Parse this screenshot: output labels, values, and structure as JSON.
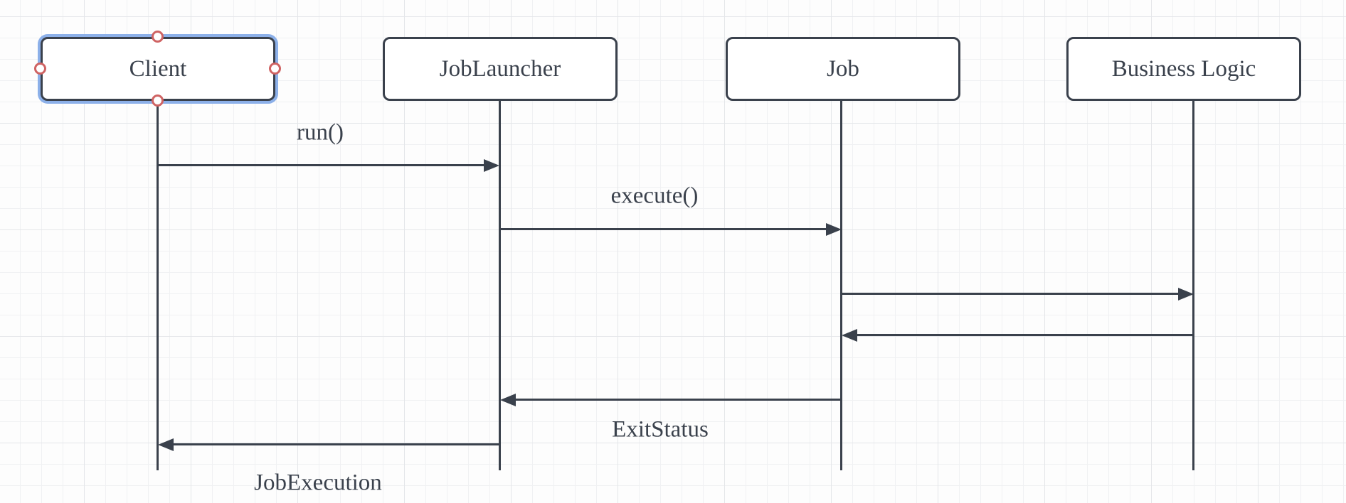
{
  "diagram": {
    "type": "sequence-diagram",
    "colors": {
      "stroke": "#3a414c",
      "text": "#3a414c",
      "selection_outline": "#8cb0e9",
      "selection_handle_ring": "#cf6363",
      "background": "#fdfdfd",
      "grid_minor": "#f0f1f3",
      "grid_major": "#e4e6e9"
    },
    "actors": [
      {
        "label": "Client",
        "selected": true
      },
      {
        "label": "JobLauncher",
        "selected": false
      },
      {
        "label": "Job",
        "selected": false
      },
      {
        "label": "Business Logic",
        "selected": false
      }
    ],
    "messages": [
      {
        "label": "run()",
        "from": "Client",
        "to": "JobLauncher",
        "direction": "right",
        "label_position": "above"
      },
      {
        "label": "execute()",
        "from": "JobLauncher",
        "to": "Job",
        "direction": "right",
        "label_position": "above"
      },
      {
        "label": "",
        "from": "Job",
        "to": "Business Logic",
        "direction": "right",
        "label_position": "none"
      },
      {
        "label": "",
        "from": "Business Logic",
        "to": "Job",
        "direction": "left",
        "label_position": "none"
      },
      {
        "label": "ExitStatus",
        "from": "Job",
        "to": "JobLauncher",
        "direction": "left",
        "label_position": "below"
      },
      {
        "label": "JobExecution",
        "from": "JobLauncher",
        "to": "Client",
        "direction": "left",
        "label_position": "below"
      }
    ]
  }
}
